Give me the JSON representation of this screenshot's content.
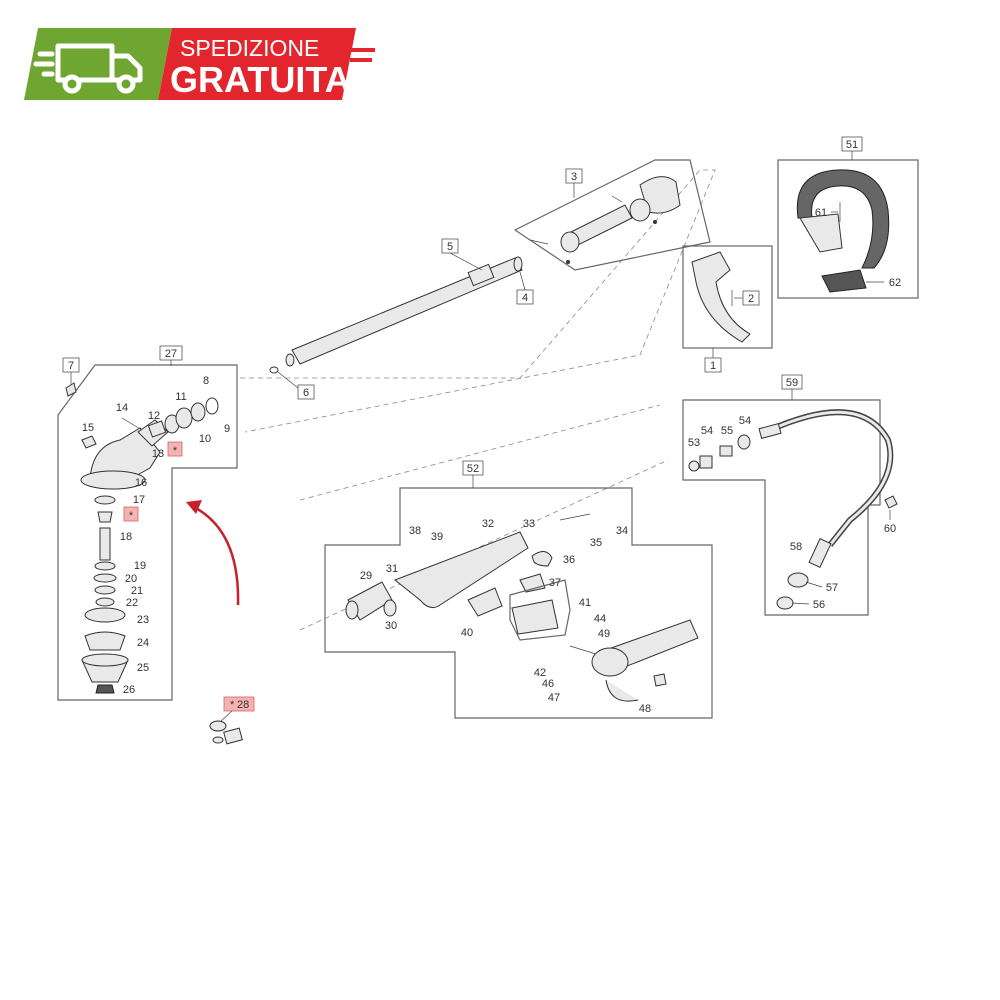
{
  "banner": {
    "line1": "SPEDIZIONE",
    "line2": "GRATUITA",
    "icon": "delivery-truck-icon",
    "colors": {
      "green": "#6fa632",
      "red": "#e3262e"
    }
  },
  "diagram": {
    "highlight_color": "#f4b3b3",
    "arrow_color": "#c8202a",
    "asterisk": "*",
    "group_labels": {
      "g27": "27",
      "g3": "3",
      "g51": "51",
      "g1": "1",
      "g59": "59",
      "g52": "52",
      "g28": "28"
    },
    "part_labels": {
      "p2": "2",
      "p4": "4",
      "p5": "5",
      "p6": "6",
      "p7": "7",
      "p8": "8",
      "p9": "9",
      "p10": "10",
      "p11": "11",
      "p12": "12",
      "p13": "13",
      "p14": "14",
      "p15": "15",
      "p16": "16",
      "p17": "17",
      "p18": "18",
      "p19": "19",
      "p20": "20",
      "p21": "21",
      "p22": "22",
      "p23": "23",
      "p24": "24",
      "p25": "25",
      "p26": "26",
      "p29": "29",
      "p30": "30",
      "p31": "31",
      "p32": "32",
      "p33": "33",
      "p34": "34",
      "p35": "35",
      "p36": "36",
      "p37": "37",
      "p38": "38",
      "p39": "39",
      "p40": "40",
      "p41": "41",
      "p42": "42",
      "p44": "44",
      "p46": "46",
      "p47": "47",
      "p48": "48",
      "p49": "49",
      "p53": "53",
      "p54a": "54",
      "p54b": "54",
      "p55": "55",
      "p56": "56",
      "p57": "57",
      "p58": "58",
      "p60": "60",
      "p61": "61",
      "p62": "62"
    }
  }
}
